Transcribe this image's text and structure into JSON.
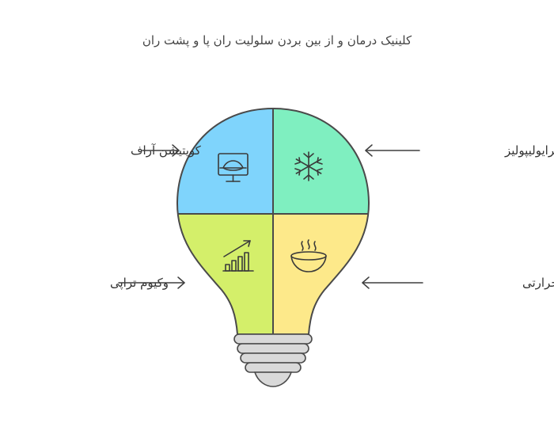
{
  "title": "کلینیک درمان و از بین بردن سلولیت ران پا و پشت ران",
  "quadrants": [
    {
      "key": "top_left",
      "label": "کویتیشن آراف",
      "icon": "monitor-icon",
      "color": "#7fd4fc"
    },
    {
      "key": "top_right",
      "label": "کرایولیپولیز",
      "icon": "snowflake-icon",
      "color": "#7fefc0"
    },
    {
      "key": "bottom_left",
      "label": "وکیوم تراپی",
      "icon": "growth-chart-icon",
      "color": "#d4ef6a"
    },
    {
      "key": "bottom_right",
      "label": "پدهای حرارتی",
      "icon": "hot-bowl-icon",
      "color": "#fde98a"
    }
  ],
  "colors": {
    "outline": "#4a4a4a",
    "socket": "#d9d9d9",
    "arrow": "#3f3f3f"
  }
}
